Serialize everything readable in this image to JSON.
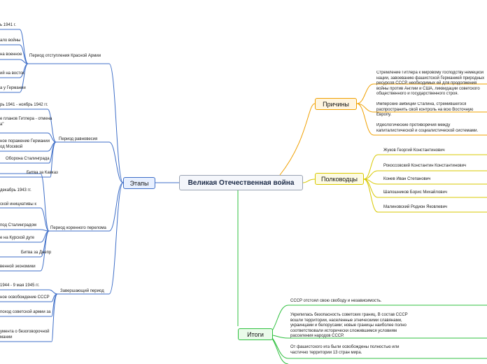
{
  "root": "Великая Отечественная война",
  "topics": {
    "stages": "Этапы",
    "causes": "Причины",
    "commanders": "Полководцы",
    "results": "Итоги"
  },
  "periods": [
    "Период отступления Красной Армии",
    "Период равновесия",
    "Период коренного перелома",
    "Завершающий период"
  ],
  "period1_items": [
    "ь 1941 г.",
    "ало войны",
    "на военное",
    "ий на восток",
    "а у Германии"
  ],
  "period2_items": [
    "рь 1941 - ноябрь 1942 гг.",
    "е планов Гитлера - отмена",
    "а\"",
    "ное поражение Германии",
    "од Москвой",
    "Оборона Сталинграда",
    "Битва за Кавказ"
  ],
  "period3_items": [
    "декабрь 1943 гг.",
    "ской инициативы к",
    "под Сталинградом",
    "е на Курской дуге",
    "Битва за Днепр",
    "венной экономики"
  ],
  "period4_items": [
    "1944 - 9 мая 1945 гг.",
    "ное освобождение СССР",
    "поход советской армии за",
    "умента о безоговорочной",
    "мании"
  ],
  "causes_items": [
    "Стремление Гитлера к мировому господству немецкой нации, завоеванию фашистской Германией природных ресурсов СССР, необходимых ей для продолжения войны против Англии и США, ликвидации советского общественного и государственного строя.",
    "Имперские амбиции Сталина, стремившегося распространить свой контроль на всю Восточную Европу.",
    "Идеологические противоречия между капиталистической и социалистической системами."
  ],
  "commanders_items": [
    "Жуков Георгий Константинович",
    "Рокоссовский Константин Константинович",
    "Конев Иван Степанович",
    "Шапошников Борис Михайлович",
    "Малиновский Родион Яковлевич"
  ],
  "results_items": [
    "СССР отстоял свою свободу и независимость.",
    "Укрепилась безопасность советских границ. В состав СССР вошли территории, населенные этническими славянами, украинцами и белорусами; новые границы наиболее полно соответствовали исторически сложившимся условиям расселения народов СССР.",
    "От фашистского ига были освобождены полностью или частично территории 13 стран мира."
  ],
  "colors": {
    "stages": "#3f6fc8",
    "causes": "#f0a000",
    "commanders": "#d8c800",
    "results": "#30c040"
  }
}
